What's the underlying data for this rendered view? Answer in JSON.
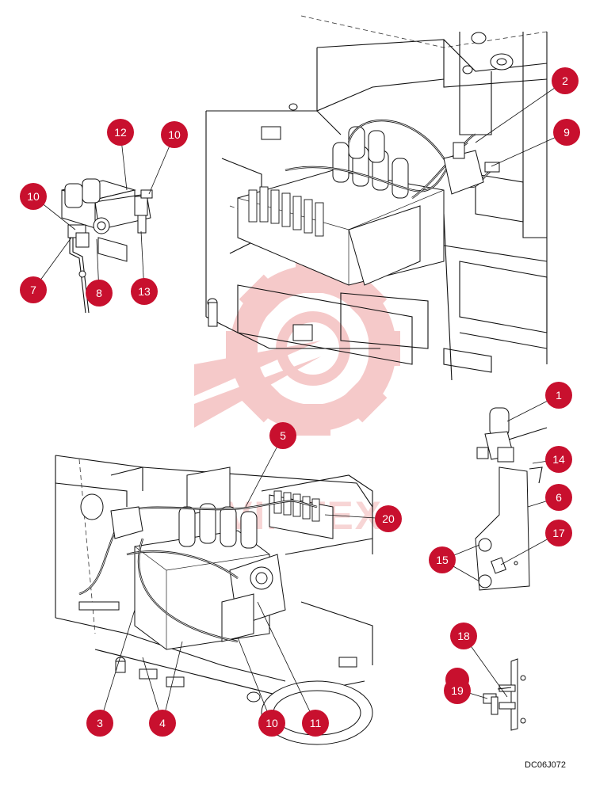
{
  "watermark": {
    "text": "VIMTEX",
    "color": "#e98a8a"
  },
  "accent_color": "#c8102e",
  "figure_code": "DC06J072",
  "callouts": [
    {
      "id": "c1",
      "label": "1"
    },
    {
      "id": "c2",
      "label": "2"
    },
    {
      "id": "c3",
      "label": "3"
    },
    {
      "id": "c4",
      "label": "4"
    },
    {
      "id": "c5",
      "label": "5"
    },
    {
      "id": "c6",
      "label": "6"
    },
    {
      "id": "c7",
      "label": "7"
    },
    {
      "id": "c8",
      "label": "8"
    },
    {
      "id": "c9",
      "label": "9"
    },
    {
      "id": "c10a",
      "label": "10"
    },
    {
      "id": "c10b",
      "label": "10"
    },
    {
      "id": "c10c",
      "label": "10"
    },
    {
      "id": "c11",
      "label": "11"
    },
    {
      "id": "c12",
      "label": "12"
    },
    {
      "id": "c13",
      "label": "13"
    },
    {
      "id": "c14",
      "label": "14"
    },
    {
      "id": "c15",
      "label": "15"
    },
    {
      "id": "c17",
      "label": "17"
    },
    {
      "id": "c18",
      "label": "18"
    },
    {
      "id": "c19",
      "label": "19"
    },
    {
      "id": "c20",
      "label": "20"
    }
  ]
}
